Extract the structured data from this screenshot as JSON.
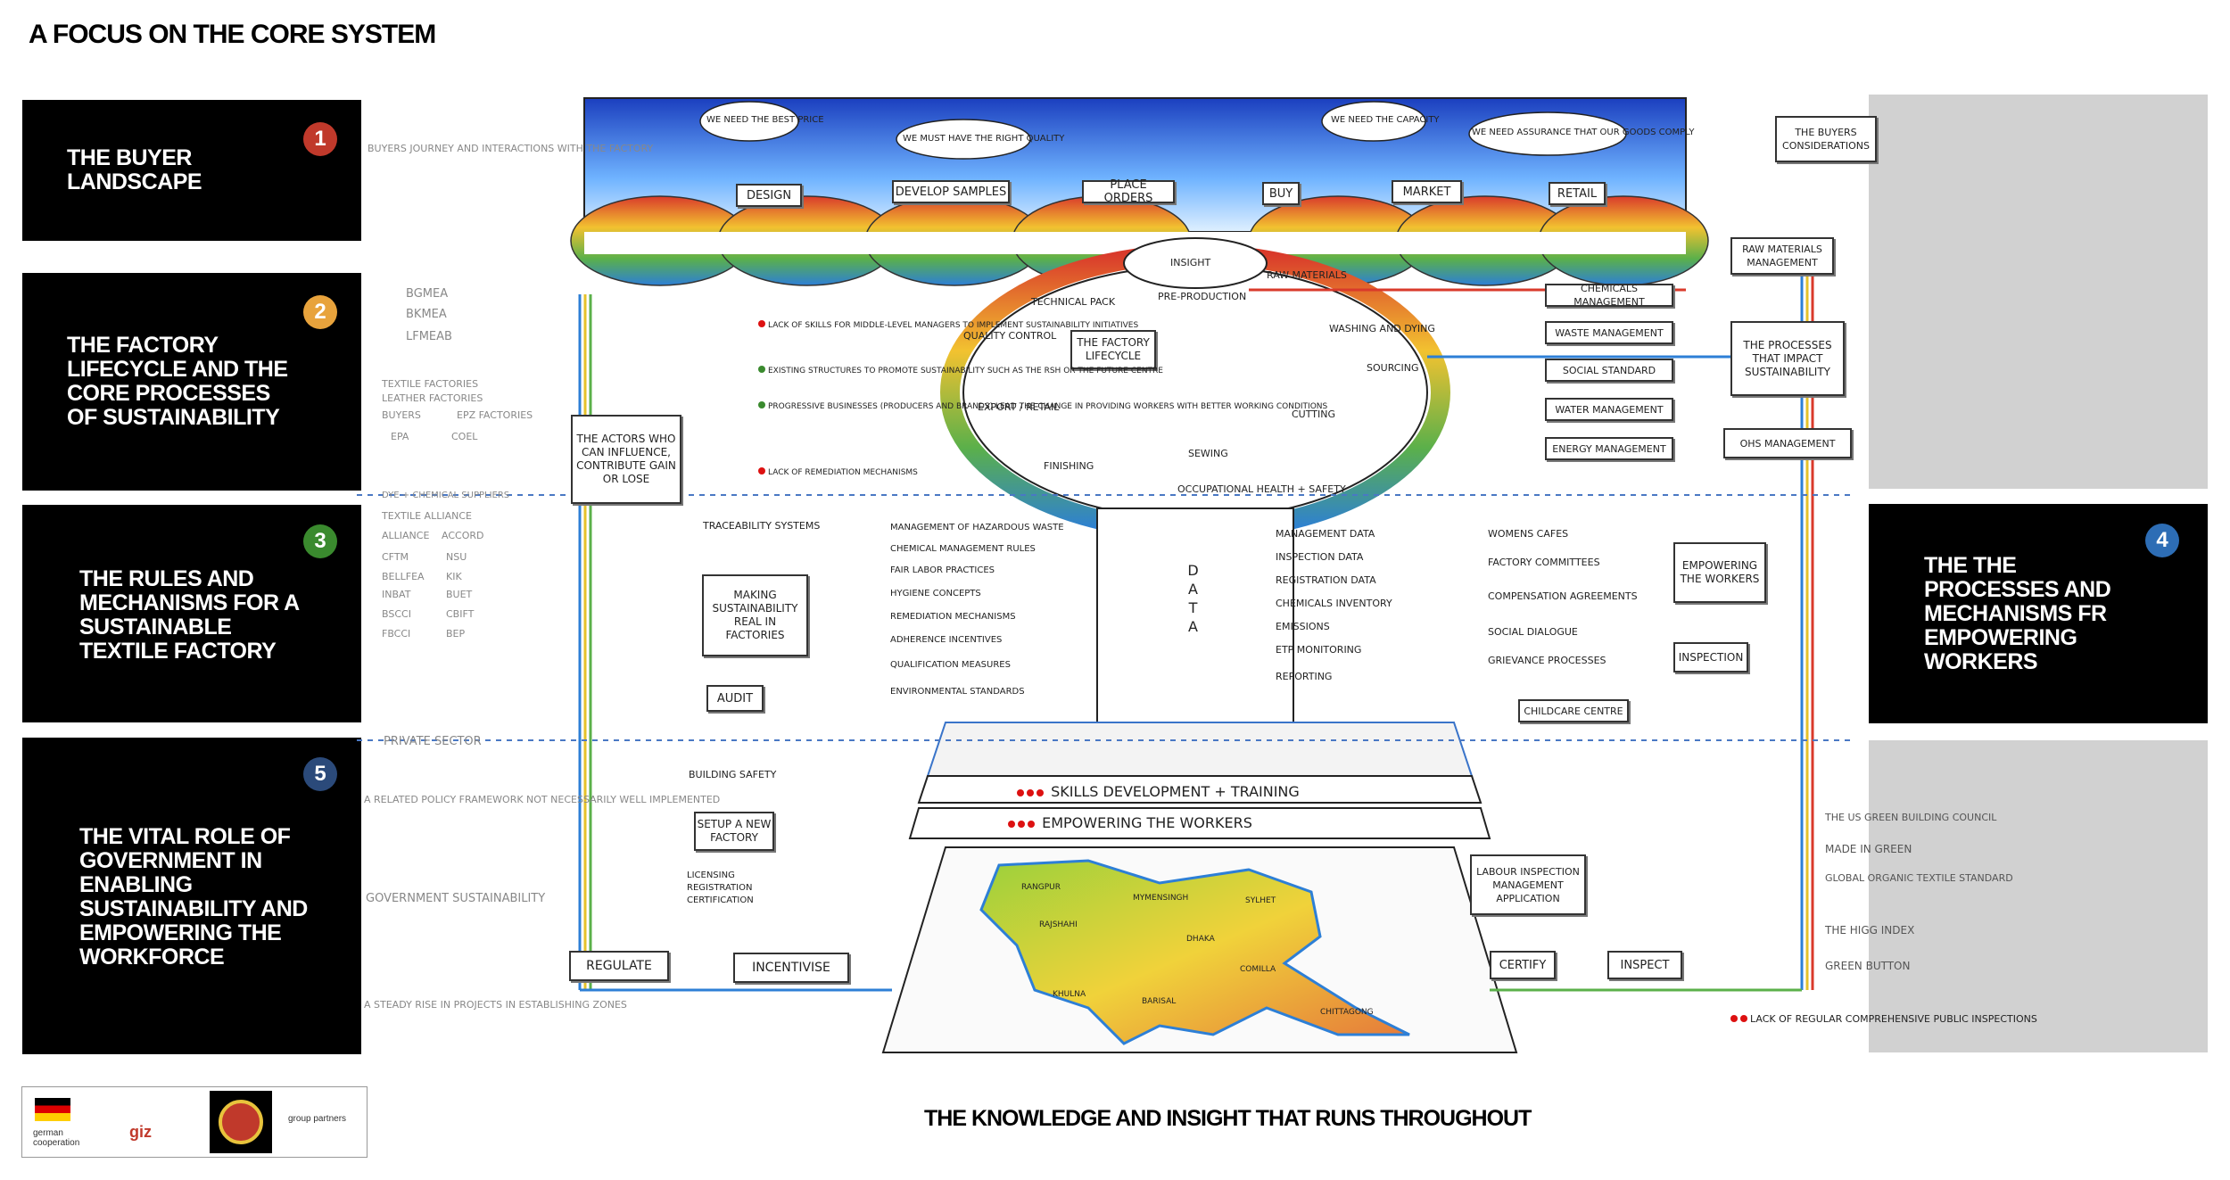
{
  "title": "A FOCUS ON THE CORE SYSTEM",
  "footer": "THE KNOWLEDGE AND INSIGHT THAT RUNS THROUGHOUT",
  "colors": {
    "panel": "#000000",
    "num1": "#c0392b",
    "num2": "#e8a33c",
    "num3": "#3a8a2e",
    "num4": "#2d6db5",
    "num5": "#2b4a7a"
  },
  "panels": [
    {
      "num": "1",
      "text": "THE BUYER LANDSCAPE"
    },
    {
      "num": "2",
      "text": "THE FACTORY LIFECYCLE AND THE CORE PROCESSES OF SUSTAINABILITY"
    },
    {
      "num": "3",
      "text": "THE RULES AND MECHANISMS FOR A SUSTAINABLE TEXTILE FACTORY"
    },
    {
      "num": "4",
      "text": "THE THE PROCESSES AND MECHANISMS FR EMPOWERING WORKERS"
    },
    {
      "num": "5",
      "text": "THE VITAL ROLE OF GOVERNMENT IN ENABLING SUSTAINABILITY AND EMPOWERING THE WORKFORCE"
    }
  ],
  "drawing": {
    "buyer_steps": [
      "DESIGN",
      "DEVELOP SAMPLES",
      "PLACE ORDERS",
      "BUY",
      "MARKET",
      "RETAIL"
    ],
    "bubbles": [
      "WE NEED THE BEST PRICE",
      "WE MUST HAVE THE RIGHT QUALITY",
      "WE NEED THE CAPACITY",
      "WE NEED ASSURANCE THAT OUR GOODS COMPLY"
    ],
    "lifecycle_title": "THE FACTORY LIFECYCLE",
    "lifecycle_steps": [
      "INSIGHT",
      "PRE-PRODUCTION",
      "TECHNICAL PACK",
      "QUALITY CONTROL",
      "EXPORT / RETAIL",
      "FINISHING",
      "SEWING",
      "CUTTING",
      "WASHING AND DYING",
      "SOURCING",
      "RAW MATERIALS",
      "OCCUPATIONAL HEALTH + SAFETY"
    ],
    "actors_box": "THE ACTORS WHO CAN INFLUENCE, CONTRIBUTE GAIN OR LOSE",
    "actor_issues": [
      "LACK OF SKILLS FOR MIDDLE-LEVEL MANAGERS TO IMPLEMENT SUSTAINABILITY INITIATIVES",
      "EXISTING STRUCTURES TO PROMOTE SUSTAINABILITY SUCH AS THE RSH OR THE FUTURE CENTRE",
      "PROGRESSIVE BUSINESSES (PRODUCERS AND BRANDS) LEAD THE CHANGE IN PROVIDING WORKERS WITH BETTER WORKING CONDITIONS",
      "LACK OF REMEDIATION MECHANISMS"
    ],
    "core_processes": [
      "CHEMICALS MANAGEMENT",
      "WASTE MANAGEMENT",
      "SOCIAL STANDARD",
      "WATER MANAGEMENT",
      "ENERGY MANAGEMENT"
    ],
    "right_boxes": [
      "RAW MATERIALS MANAGEMENT",
      "THE PROCESSES THAT IMPACT SUSTAINABILITY",
      "OHS MANAGEMENT",
      "THE BUYERS CONSIDERATIONS"
    ],
    "making_box": "MAKING SUSTAINABILITY REAL IN FACTORIES",
    "traceability": "TRACEABILITY SYSTEMS",
    "rules": [
      "MANAGEMENT OF HAZARDOUS WASTE",
      "CHEMICAL MANAGEMENT RULES",
      "FAIR LABOR PRACTICES",
      "HYGIENE CONCEPTS",
      "REMEDIATION MECHANISMS",
      "ADHERENCE INCENTIVES",
      "QUALIFICATION MEASURES",
      "ENVIRONMENTAL STANDARDS"
    ],
    "data_letters": "DATA",
    "data_items": [
      "MANAGEMENT DATA",
      "INSPECTION DATA",
      "REGISTRATION DATA",
      "CHEMICALS INVENTORY",
      "EMISSIONS",
      "ETP MONITORING",
      "REPORTING"
    ],
    "worker_items": [
      "WOMENS CAFES",
      "FACTORY COMMITTEES",
      "COMPENSATION AGREEMENTS",
      "SOCIAL DIALOGUE",
      "GRIEVANCE PROCESSES",
      "CHILDCARE CENTRE"
    ],
    "empower_box": "EMPOWERING THE WORKERS",
    "inspection_box": "INSPECTION",
    "audit": "AUDIT",
    "skills": "SKILLS DEVELOPMENT + TRAINING",
    "empowering_bar": "EMPOWERING THE WORKERS",
    "building_safety": "BUILDING SAFETY",
    "setup_factory": "SETUP A NEW FACTORY",
    "licensing": [
      "LICENSING",
      "REGISTRATION",
      "CERTIFICATION"
    ],
    "regulate": "REGULATE",
    "incentivise": "INCENTIVISE",
    "labour_box": "LABOUR INSPECTION MANAGEMENT APPLICATION",
    "certify": "CERTIFY",
    "inspect": "INSPECT",
    "map_labels": [
      "RANGPUR",
      "RAJSHAHI",
      "MYMENSINGH",
      "SYLHET",
      "DHAKA",
      "KHULNA",
      "BARISAL",
      "COMILLA",
      "CHITTAGONG"
    ],
    "bottom_note": "LACK OF REGULAR COMPREHENSIVE PUBLIC INSPECTIONS",
    "left_faint": [
      "BUYERS JOURNEY AND INTERACTIONS WITH THE FACTORY",
      "BGMEA",
      "BKMEA",
      "LFMEAB",
      "TEXTILE FACTORIES",
      "LEATHER FACTORIES",
      "BUYERS",
      "EPZ FACTORIES",
      "EPA",
      "COEL",
      "DYE + CHEMICAL SUPPLIERS",
      "TEXTILE ALLIANCE",
      "ALLIANCE",
      "ACCORD",
      "CFTM",
      "NSU",
      "BELLFEA",
      "KIK",
      "INBAT",
      "BUET",
      "BSCCI",
      "CBIFT",
      "FBCCI",
      "BEP",
      "PRIVATE SECTOR",
      "A RELATED POLICY FRAMEWORK NOT NECESSARILY WELL IMPLEMENTED",
      "GOVERNMENT SUSTAINABILITY",
      "A STEADY RISE IN PROJECTS IN ESTABLISHING ZONES"
    ],
    "right_faint": [
      "THE US GREEN BUILDING COUNCIL",
      "MADE IN GREEN",
      "GLOBAL ORGANIC TEXTILE STANDARD",
      "THE HIGG INDEX",
      "GREEN BUTTON"
    ],
    "logos": [
      "german cooperation",
      "giz",
      "group partners"
    ]
  }
}
